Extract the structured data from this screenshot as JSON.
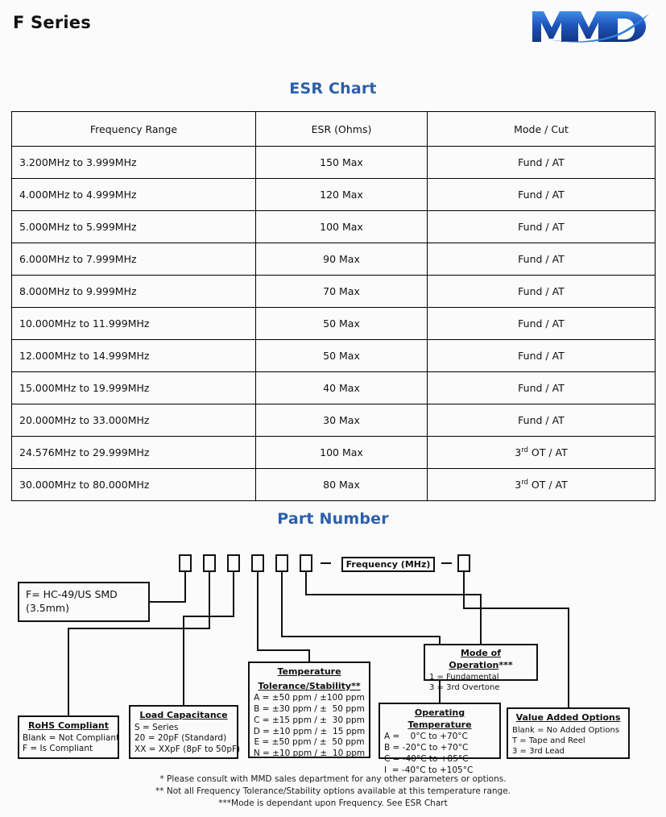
{
  "header": {
    "series_title": "F Series",
    "logo_text": "MMD",
    "logo_name": "mmd-logo"
  },
  "esr_section": {
    "title": "ESR Chart",
    "columns": [
      "Frequency Range",
      "ESR (Ohms)",
      "Mode / Cut"
    ],
    "rows": [
      {
        "freq": "3.200MHz to 3.999MHz",
        "esr": "150 Max",
        "mode": "Fund / AT",
        "mode_sup": ""
      },
      {
        "freq": "4.000MHz to 4.999MHz",
        "esr": "120 Max",
        "mode": "Fund / AT",
        "mode_sup": ""
      },
      {
        "freq": "5.000MHz to 5.999MHz",
        "esr": "100 Max",
        "mode": "Fund / AT",
        "mode_sup": ""
      },
      {
        "freq": "6.000MHz to 7.999MHz",
        "esr": "90 Max",
        "mode": "Fund / AT",
        "mode_sup": ""
      },
      {
        "freq": "8.000MHz to 9.999MHz",
        "esr": "70 Max",
        "mode": "Fund / AT",
        "mode_sup": ""
      },
      {
        "freq": "10.000MHz to 11.999MHz",
        "esr": "50 Max",
        "mode": "Fund / AT",
        "mode_sup": ""
      },
      {
        "freq": "12.000MHz to 14.999MHz",
        "esr": "50 Max",
        "mode": "Fund / AT",
        "mode_sup": ""
      },
      {
        "freq": "15.000MHz to 19.999MHz",
        "esr": "40 Max",
        "mode": "Fund / AT",
        "mode_sup": ""
      },
      {
        "freq": "20.000MHz to 33.000MHz",
        "esr": "30 Max",
        "mode": "Fund / AT",
        "mode_sup": ""
      },
      {
        "freq": "24.576MHz to 29.999MHz",
        "esr": "100 Max",
        "mode_prefix": "3",
        "mode_sup": "rd",
        "mode_suffix": " OT / AT"
      },
      {
        "freq": "30.000MHz to 80.000MHz",
        "esr": "80 Max",
        "mode_prefix": "3",
        "mode_sup": "rd",
        "mode_suffix": " OT / AT"
      }
    ]
  },
  "part_number": {
    "title": "Part Number",
    "frequency_box": "Frequency (MHz)",
    "boxes": {
      "package": {
        "line1": "F= HC-49/US SMD",
        "line2": "(3.5mm)"
      },
      "rohs": {
        "header": "RoHS Compliant",
        "lines": [
          "Blank = Not Compliant",
          "F = Is Compliant"
        ]
      },
      "load_capacitance": {
        "header": "Load Capacitance",
        "lines": [
          "S = Series",
          "20 = 20pF (Standard)",
          "XX = XXpF (8pF to 50pF)"
        ]
      },
      "temperature_tolerance": {
        "header_line1": "Temperature",
        "header_line2": "Tolerance/Stability**",
        "lines": [
          "A = ±50 ppm / ±100 ppm",
          "B = ±30 ppm / ±  50 ppm",
          "C = ±15 ppm / ±  30 ppm",
          "D = ±10 ppm / ±  15 ppm",
          "E = ±50 ppm / ±  50 ppm",
          "N = ±10 ppm / ±  10 ppm"
        ]
      },
      "operating_temperature": {
        "header": "Operating Temperature",
        "lines": [
          "A =    0°C to +70°C",
          "B = -20°C to +70°C",
          "C = -40°C to +85°C",
          "I  = -40°C to +105°C"
        ]
      },
      "mode_of_operation": {
        "header": "Mode of Operation",
        "header_suffix": "***",
        "lines": [
          "1 = Fundamental",
          "3 = 3rd Overtone"
        ]
      },
      "value_added_options": {
        "header": "Value Added Options",
        "lines": [
          "Blank = No Added Options",
          "T = Tape and Reel",
          "3 = 3rd Lead"
        ]
      }
    }
  },
  "footnotes": [
    "* Please consult with MMD sales department for any other parameters or options.",
    "** Not all Frequency Tolerance/Stability options available at this temperature range.",
    "***Mode is dependant upon Frequency. See ESR Chart"
  ],
  "colors": {
    "accent_blue": "#2b5fad",
    "logo_blue_dark": "#1b3f96",
    "logo_blue_light": "#2f7fe0",
    "page_bg": "#fbfbfb",
    "line": "#111111"
  }
}
